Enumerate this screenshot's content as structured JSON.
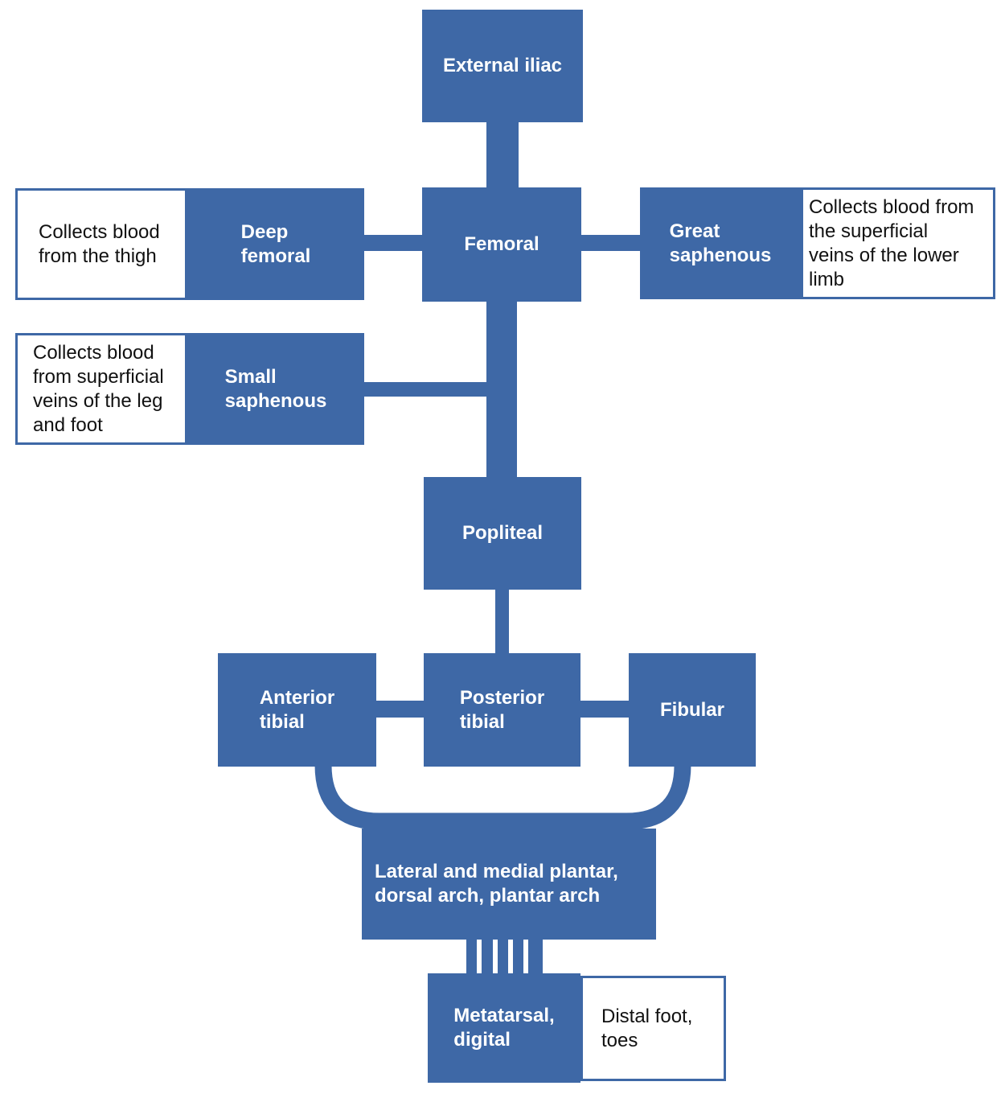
{
  "colors": {
    "node_fill": "#3E68A6",
    "node_label_text": "#FFFFFF",
    "description_text": "#111111",
    "background": "#FFFFFF"
  },
  "nodes": {
    "external_iliac": {
      "label": "External iliac"
    },
    "femoral": {
      "label": "Femoral"
    },
    "deep_femoral": {
      "label": "Deep\nfemoral",
      "description": "Collects blood\nfrom the thigh"
    },
    "great_saphenous": {
      "label": "Great\nsaphenous",
      "description": "Collects blood from\nthe superficial\nveins of the lower\nlimb"
    },
    "small_saphenous": {
      "label": "Small\nsaphenous",
      "description": "Collects blood\nfrom superficial\nveins of the leg\nand foot"
    },
    "popliteal": {
      "label": "Popliteal"
    },
    "anterior_tibial": {
      "label": "Anterior\ntibial"
    },
    "posterior_tibial": {
      "label": "Posterior\ntibial"
    },
    "fibular": {
      "label": "Fibular"
    },
    "plantar": {
      "label": "Lateral and medial plantar,\ndorsal arch, plantar arch"
    },
    "metatarsal": {
      "label": "Metatarsal,\ndigital",
      "description": "Distal foot,\ntoes"
    }
  }
}
